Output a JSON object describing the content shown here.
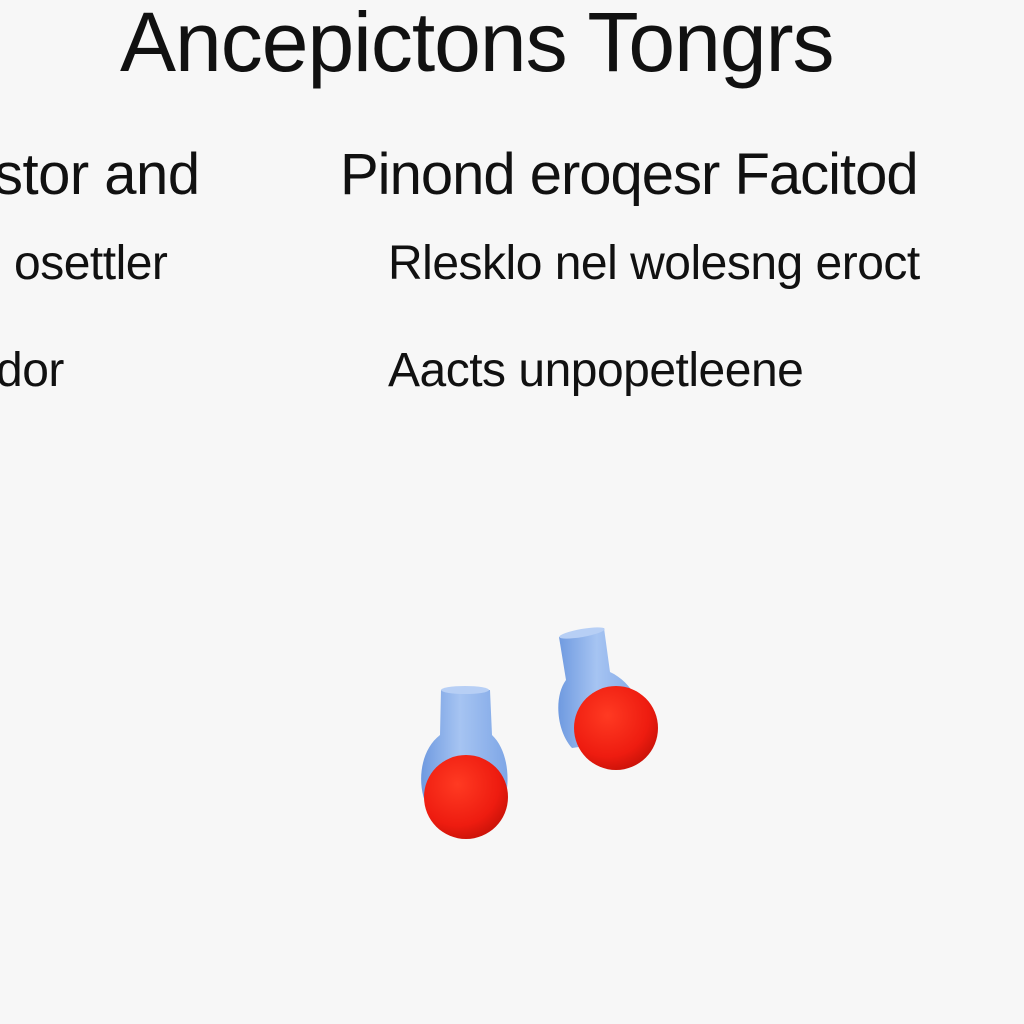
{
  "title": "Ancepictons Tongrs",
  "left_column": {
    "heading": "stor and",
    "lines": [
      "osettler",
      "dor"
    ]
  },
  "right_column": {
    "heading": "Pinond eroqesr Facitod",
    "lines": [
      "Rlesklo nel wolesng eroct",
      "Aacts unpopetleene"
    ]
  },
  "illustration": {
    "objects": [
      "capsule-left",
      "capsule-right"
    ],
    "colors": {
      "capsule_body": "#8ab0ea",
      "capsule_cap": "#ee1c10",
      "background": "#f7f7f7",
      "text": "#111111"
    }
  }
}
